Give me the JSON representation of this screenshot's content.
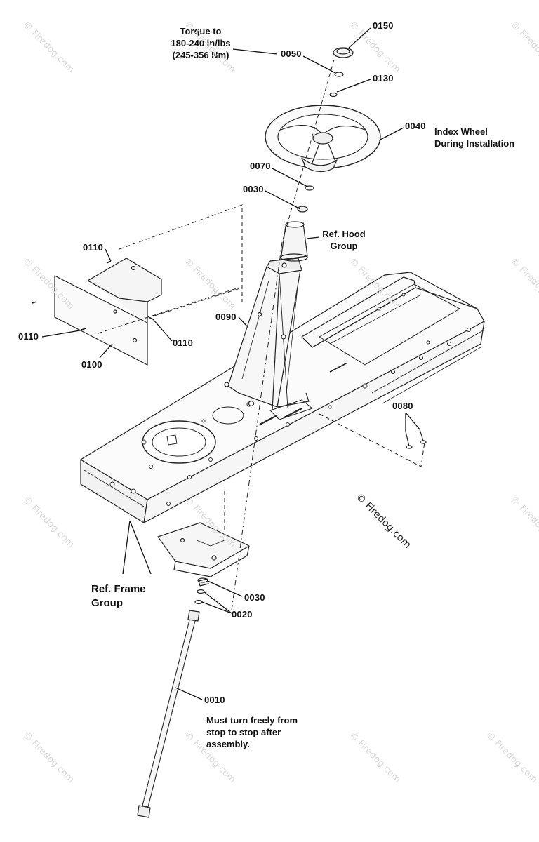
{
  "parts": {
    "p0150": "0150",
    "p0050": "0050",
    "p0130": "0130",
    "p0040": "0040",
    "p0070": "0070",
    "p0030_top": "0030",
    "p0110_top": "0110",
    "p0110_left": "0110",
    "p0110_right": "0110",
    "p0100": "0100",
    "p0090": "0090",
    "p0080": "0080",
    "p0030_bottom": "0030",
    "p0020": "0020",
    "p0010": "0010"
  },
  "notes": {
    "torque_line1": "Torque to",
    "torque_line2": "180-240 in/lbs",
    "torque_line3": "(245-356 Nm)",
    "index_line1": "Index Wheel",
    "index_line2": "During Installation",
    "hood_line1": "Ref. Hood",
    "hood_line2": "Group",
    "frame_line1": "Ref. Frame",
    "frame_line2": "Group",
    "turn_line1": "Must turn freely from",
    "turn_line2": "stop to stop after",
    "turn_line3": "assembly."
  },
  "watermark": {
    "main": "© Firedog.com",
    "tile": "© Firedog.com"
  }
}
